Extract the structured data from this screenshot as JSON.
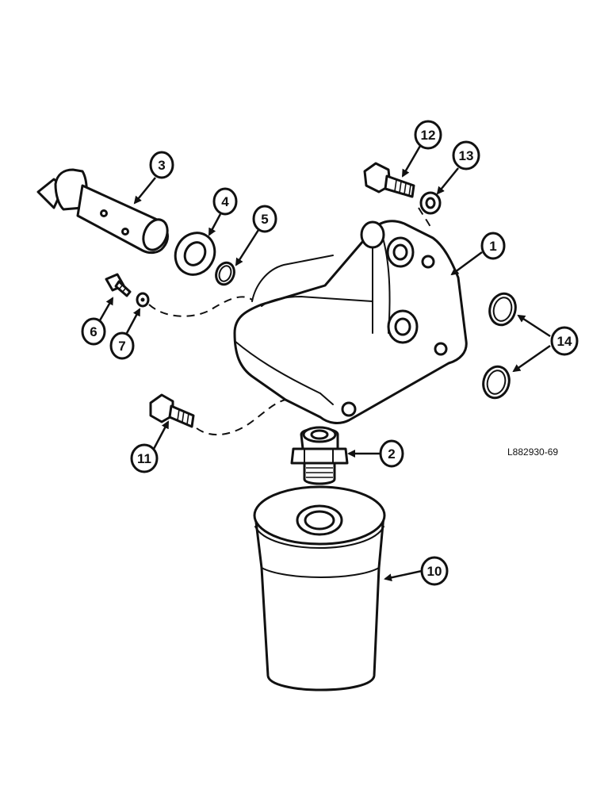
{
  "figure_code": "L882930-69",
  "callouts": {
    "c1": "1",
    "c2": "2",
    "c3": "3",
    "c4": "4",
    "c5": "5",
    "c6": "6",
    "c7": "7",
    "c10": "10",
    "c11": "11",
    "c12": "12",
    "c13": "13",
    "c14": "14"
  },
  "colors": {
    "ink": "#111111",
    "paper": "#ffffff"
  }
}
